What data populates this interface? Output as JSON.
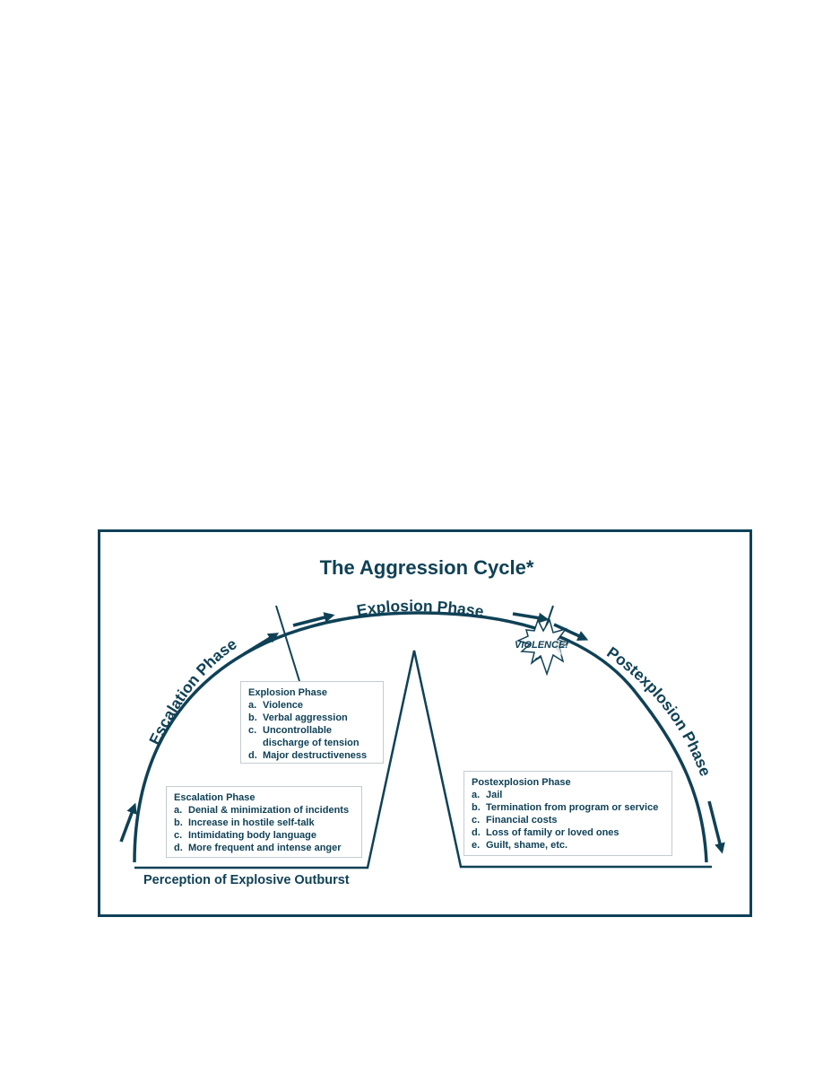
{
  "title": "The Aggression Cycle*",
  "arc_labels": {
    "escalation": "Escalation Phase",
    "explosion": "Explosion Phase",
    "postexplosion": "Postexplosion Phase"
  },
  "starburst_text": "VIOLENCE!",
  "baseline_caption": "Perception of Explosive Outburst",
  "boxes": {
    "explosion": {
      "title": "Explosion Phase",
      "items": [
        {
          "marker": "a.",
          "text": "Violence"
        },
        {
          "marker": "b.",
          "text": "Verbal aggression"
        },
        {
          "marker": "c.",
          "text": "Uncontrollable discharge of tension"
        },
        {
          "marker": "d.",
          "text": "Major destructiveness"
        }
      ]
    },
    "escalation": {
      "title": "Escalation Phase",
      "items": [
        {
          "marker": "a.",
          "text": "Denial & minimization of incidents"
        },
        {
          "marker": "b.",
          "text": "Increase in hostile self-talk"
        },
        {
          "marker": "c.",
          "text": "Intimidating body language"
        },
        {
          "marker": "d.",
          "text": "More frequent and intense anger"
        }
      ]
    },
    "postexplosion": {
      "title": "Postexplosion Phase",
      "items": [
        {
          "marker": "a.",
          "text": "Jail"
        },
        {
          "marker": "b.",
          "text": "Termination from program or service"
        },
        {
          "marker": "c.",
          "text": "Financial costs"
        },
        {
          "marker": "d.",
          "text": "Loss of family or loved ones"
        },
        {
          "marker": "e.",
          "text": "Guilt, shame, etc."
        }
      ]
    }
  },
  "colors": {
    "ink": "#0f4156",
    "box_border": "#c3ccd1",
    "background": "#ffffff"
  }
}
